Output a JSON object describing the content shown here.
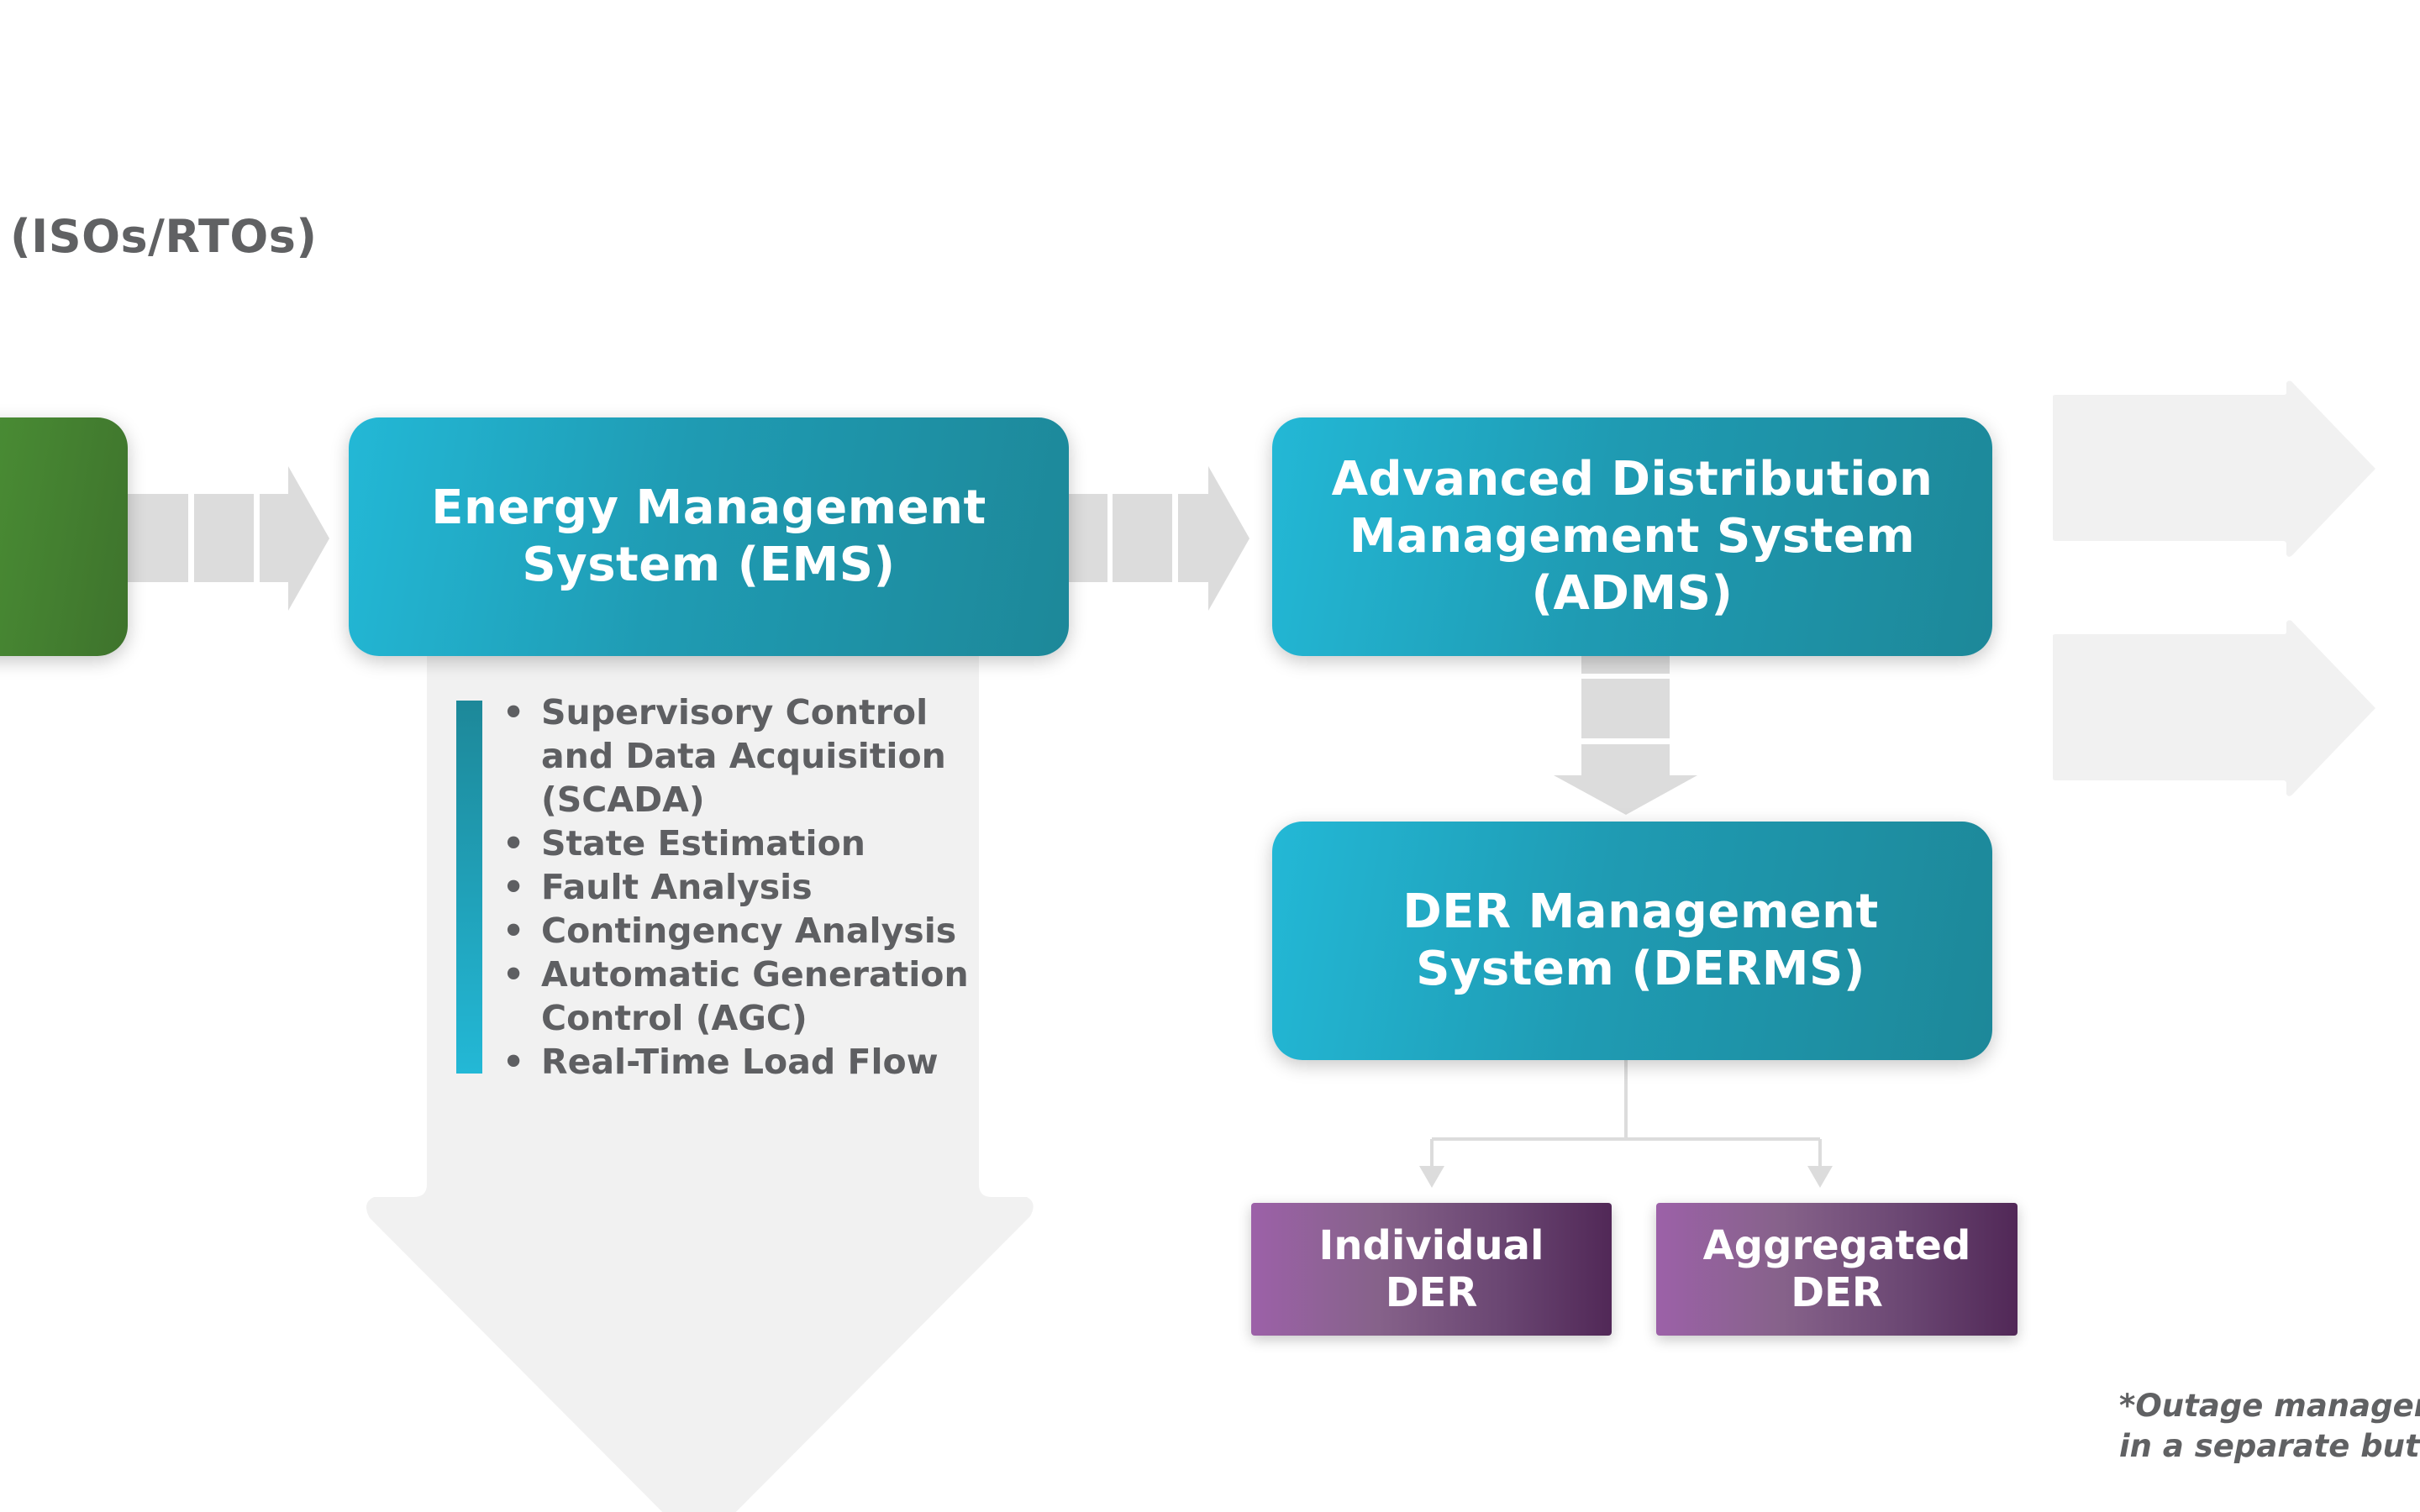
{
  "heading": {
    "text": "s (ISOs/RTOs)"
  },
  "boxes": {
    "ems": {
      "title": "Energy Management System (EMS)",
      "lines": [
        "Energy Management",
        "System (EMS)"
      ]
    },
    "adms": {
      "title": "Advanced Distribution Management System (ADMS)",
      "lines": [
        "Advanced Distribution",
        "Management System",
        "(ADMS)"
      ]
    },
    "derms": {
      "title": "DER Management System (DERMS)",
      "lines": [
        "DER Management",
        "System (DERMS)"
      ]
    },
    "individual_der": {
      "lines": [
        "Individual",
        "DER"
      ]
    },
    "aggregated_der": {
      "lines": [
        "Aggregated",
        "DER"
      ]
    }
  },
  "ems_functions": {
    "bullet": "•",
    "items": [
      [
        "Supervisory Control",
        "and Data Acquisition",
        "(SCADA)"
      ],
      [
        "State Estimation"
      ],
      [
        "Fault Analysis"
      ],
      [
        "Contingency Analysis"
      ],
      [
        "Automatic Generation",
        "Control (AGC)"
      ],
      [
        "Real-Time Load Flow"
      ]
    ]
  },
  "footnote": {
    "lines": [
      "*Outage managem",
      "in a separate but t"
    ]
  },
  "colors": {
    "teal_light": "#23b8d6",
    "teal_dark": "#1d8899",
    "green_light": "#4c9236",
    "green_dark": "#3e732c",
    "purple_light": "#9c61a8",
    "purple_dark": "#512857",
    "arrow_gray": "#dcdcdc",
    "panel_gray": "#f1f1f1",
    "text_gray": "#606163"
  }
}
